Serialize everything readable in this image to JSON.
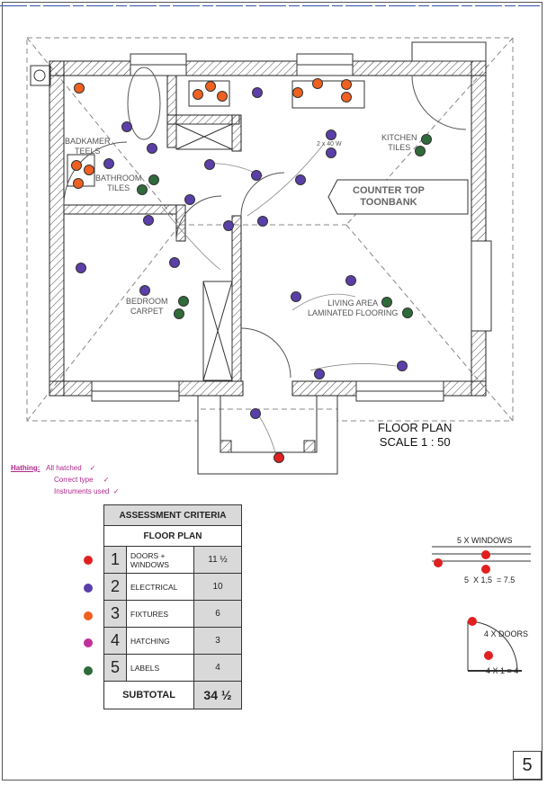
{
  "plan": {
    "title": "FLOOR PLAN",
    "scale": "SCALE 1 : 50",
    "rooms": {
      "badkamer": "BADKAMER\nTEELS",
      "bathroom": "BATHROOM\nTILES",
      "kitchen": "KITCHEN\nTILES",
      "counter": "COUNTER TOP\nTOONBANK",
      "bedroom": "BEDROOM\nCARPET",
      "living": "LIVING AREA\nLAMINATED FLOORING"
    },
    "light_note": "2 x 40 W"
  },
  "hatching": {
    "label": "Hathing:",
    "items": [
      "All hatched",
      "Correct type",
      "Instruments used"
    ],
    "tick": "✓"
  },
  "criteria": {
    "title": "ASSESSMENT CRITERIA",
    "subtitle": "FLOOR PLAN",
    "rows": [
      {
        "num": "1",
        "label": "DOORS +\nWINDOWS",
        "mark": "11 ½",
        "color": "#e02020"
      },
      {
        "num": "2",
        "label": "ELECTRICAL",
        "mark": "10",
        "color": "#5a3fa8"
      },
      {
        "num": "3",
        "label": "FIXTURES",
        "mark": "6",
        "color": "#f06020"
      },
      {
        "num": "4",
        "label": "HATCHING",
        "mark": "3",
        "color": "#c0309a"
      },
      {
        "num": "5",
        "label": "LABELS",
        "mark": "4",
        "color": "#2f6b3a"
      }
    ],
    "subtotal_label": "SUBTOTAL",
    "subtotal": "34 ½"
  },
  "side": {
    "windows_title": "5 X WINDOWS",
    "windows_calc": "5  X 1,5  = 7.5",
    "doors_title": "4 X DOORS",
    "doors_calc": "4 X 1 = 4"
  },
  "page_number": "5"
}
